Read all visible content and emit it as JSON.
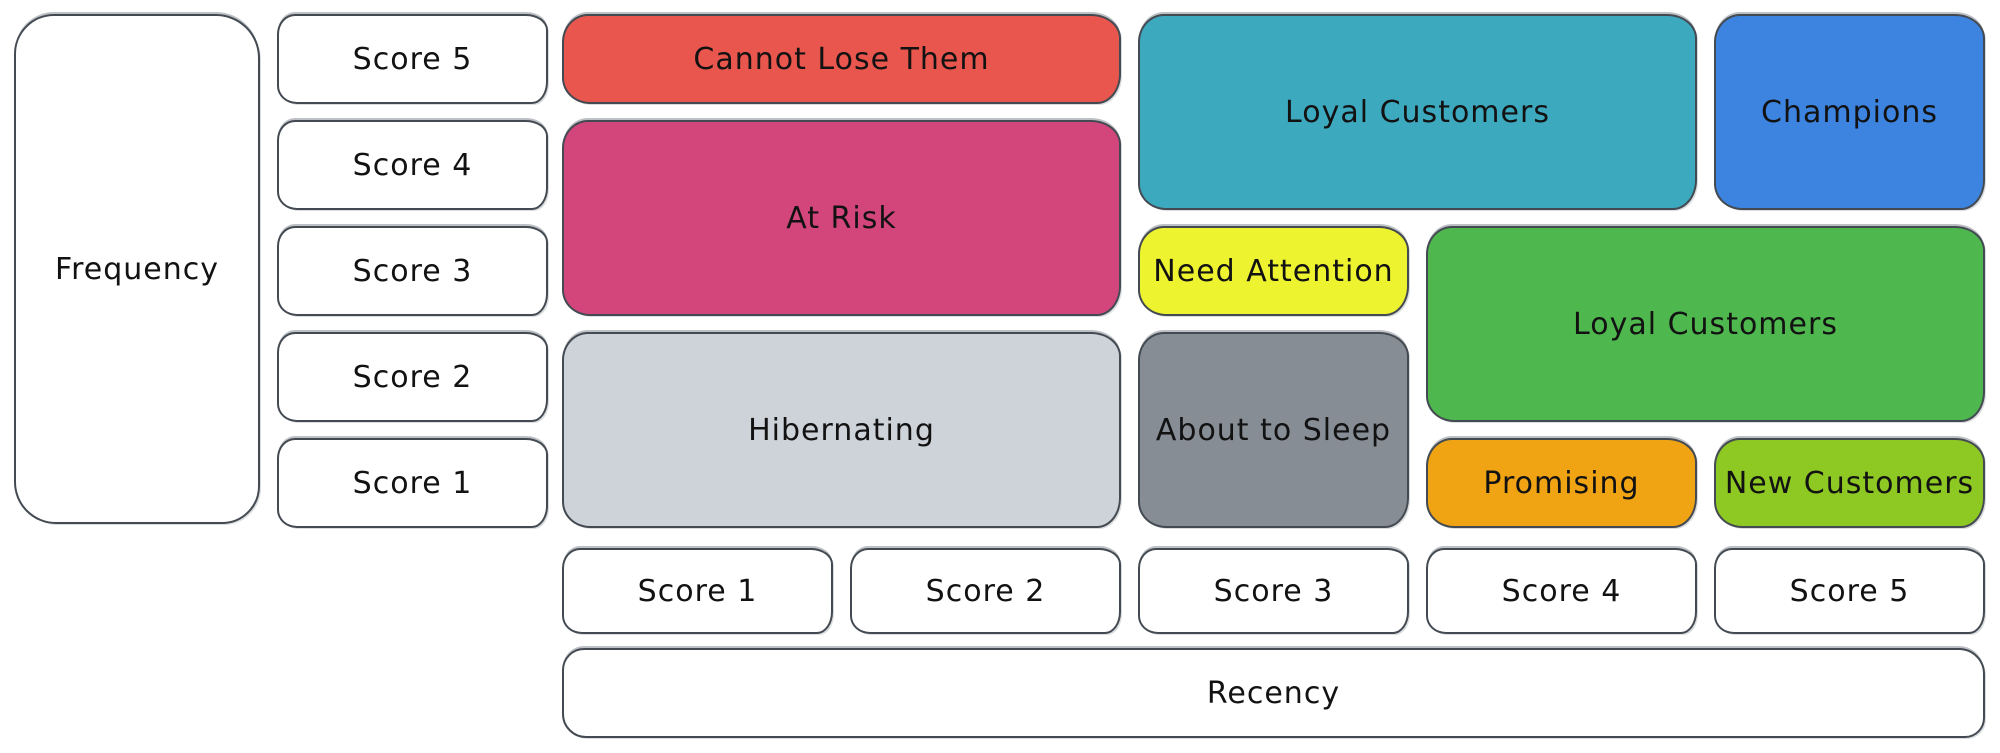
{
  "style_colors": {
    "background": "#ffffff",
    "stroke": "#444a52",
    "text": "#121212"
  },
  "frequency_axis": {
    "label": "Frequency",
    "scores": [
      "Score 5",
      "Score 4",
      "Score 3",
      "Score 2",
      "Score 1"
    ]
  },
  "recency_axis": {
    "label": "Recency",
    "scores": [
      "Score 1",
      "Score 2",
      "Score 3",
      "Score 4",
      "Score 5"
    ]
  },
  "segments": [
    {
      "label": "Cannot Lose Them",
      "color": "#e9564e",
      "frequency_scores": "5",
      "recency_scores": "1-2"
    },
    {
      "label": "At Risk",
      "color": "#d2467c",
      "frequency_scores": "3-4",
      "recency_scores": "1-2"
    },
    {
      "label": "Hibernating",
      "color": "#ced3da",
      "frequency_scores": "1-2",
      "recency_scores": "1-2"
    },
    {
      "label": "Loyal Customers",
      "color": "#3da9bf",
      "frequency_scores": "4-5",
      "recency_scores": "3-4"
    },
    {
      "label": "Champions",
      "color": "#3c84df",
      "frequency_scores": "4-5",
      "recency_scores": "5"
    },
    {
      "label": "Need Attention",
      "color": "#eef32f",
      "frequency_scores": "3",
      "recency_scores": "3"
    },
    {
      "label": "Loyal Customers",
      "color": "#4eb74d",
      "frequency_scores": "2-3",
      "recency_scores": "4-5"
    },
    {
      "label": "About to Sleep",
      "color": "#868d95",
      "frequency_scores": "1-2",
      "recency_scores": "3"
    },
    {
      "label": "Promising",
      "color": "#f0a414",
      "frequency_scores": "1",
      "recency_scores": "4"
    },
    {
      "label": "New Customers",
      "color": "#8ec822",
      "frequency_scores": "1",
      "recency_scores": "5"
    }
  ]
}
